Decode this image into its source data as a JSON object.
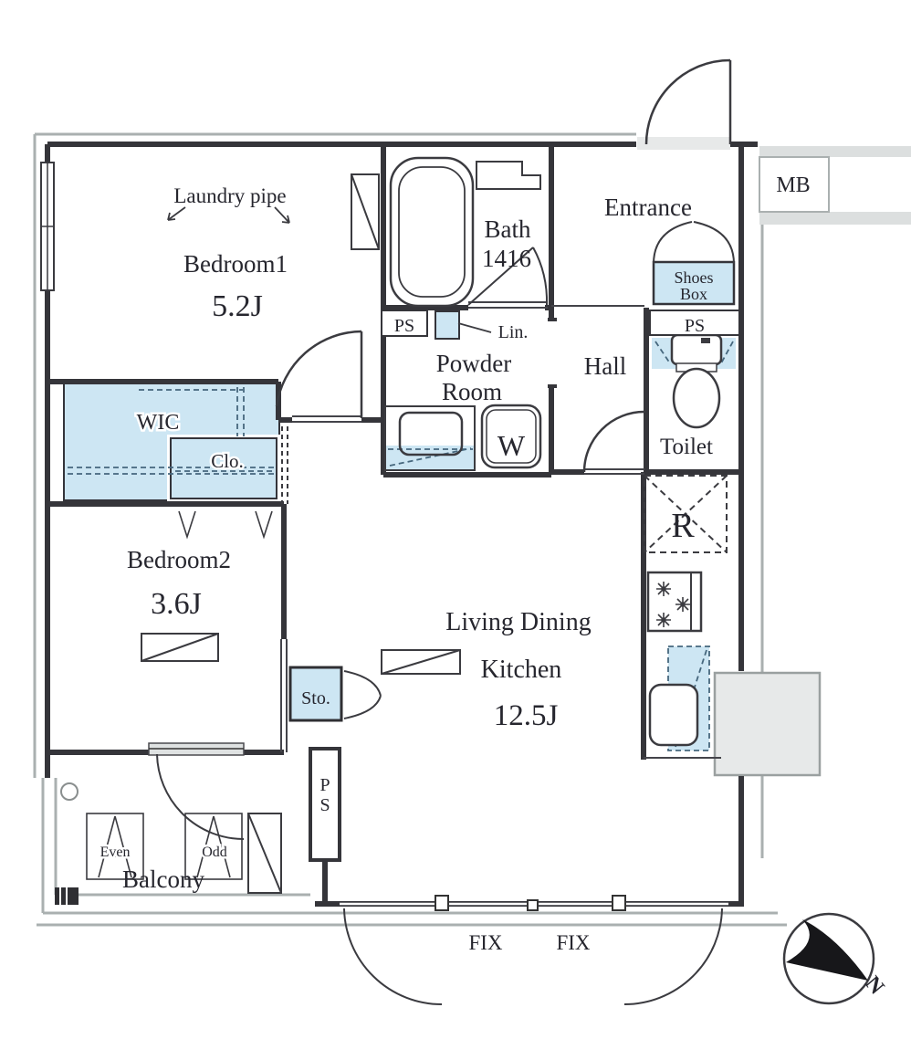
{
  "colors": {
    "fixture_blue": "#cde6f3",
    "wall": "#35353a",
    "dashed_accent": "#46677d",
    "outer_gray": "#aab0b0",
    "text": "#26262e"
  },
  "rooms": {
    "bedroom1": {
      "name": "Bedroom1",
      "size": "5.2J"
    },
    "bedroom2": {
      "name": "Bedroom2",
      "size": "3.6J"
    },
    "living_dining_kitchen": {
      "line1": "Living Dining",
      "line2": "Kitchen",
      "size": "12.5J"
    },
    "bath": {
      "name": "Bath",
      "size": "1416"
    },
    "powder_room": {
      "line1": "Powder",
      "line2": "Room"
    },
    "entrance": {
      "name": "Entrance"
    },
    "hall": {
      "name": "Hall"
    },
    "toilet": {
      "name": "Toilet"
    },
    "balcony": {
      "name": "Balcony"
    },
    "wic": {
      "name": "WIC"
    },
    "closet": {
      "name": "Clo."
    },
    "storage": {
      "name": "Sto."
    }
  },
  "fixtures": {
    "shoes_box": {
      "line1": "Shoes",
      "line2": "Box"
    },
    "linen": "Lin.",
    "washing_machine": "W",
    "refrigerator": "R",
    "meter_box": "MB",
    "laundry_pipe": "Laundry pipe",
    "drying_stand_even": "Even",
    "drying_stand_odd": "Odd"
  },
  "labels": {
    "ps_bath": "PS",
    "ps_entrance": "PS",
    "ps_balcony": {
      "line1": "P",
      "line2": "S"
    },
    "fix_left": "FIX",
    "fix_right": "FIX",
    "compass_north": "N"
  }
}
